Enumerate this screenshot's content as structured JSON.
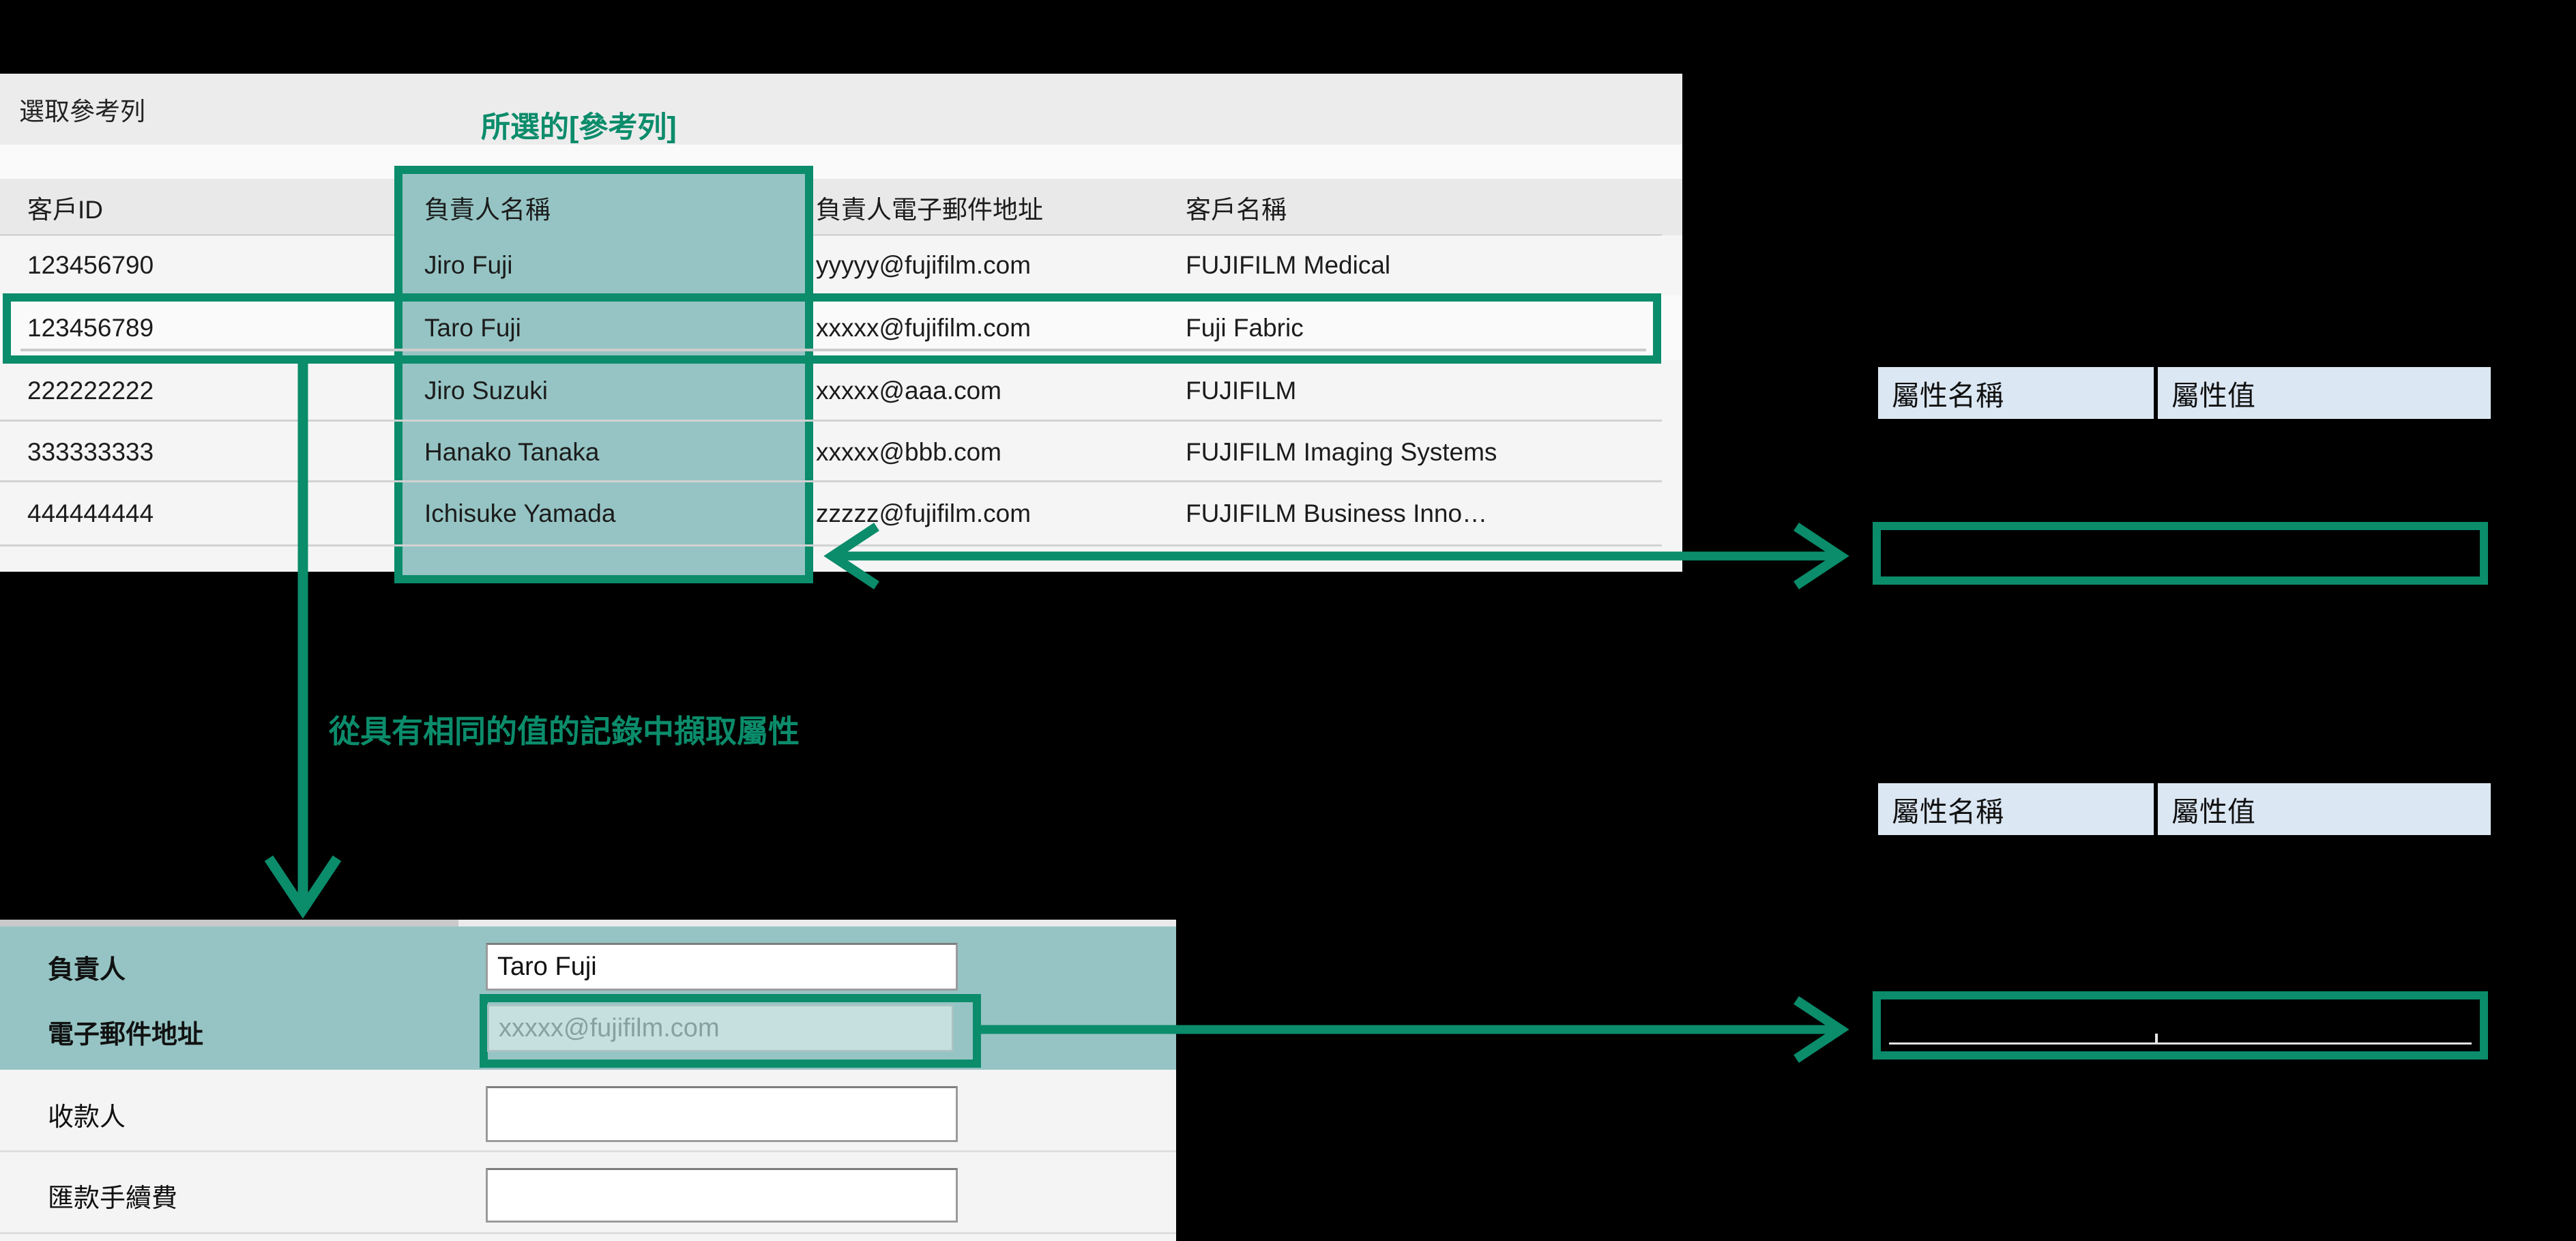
{
  "colors": {
    "annotation_green": "#0b8c6b",
    "highlight_teal": "#96c4c4",
    "attr_header_blue": "#dbe7f3",
    "panel_gray": "#ececec",
    "row_gray": "#f5f5f5"
  },
  "reference_table": {
    "title": "選取參考列",
    "selected_column_label": "所選的[參考列]",
    "extract_label": "從具有相同的值的記錄中擷取屬性",
    "columns": {
      "customer_id": "客戶ID",
      "manager_name": "負責人名稱",
      "manager_email": "負責人電子郵件地址",
      "customer_name": "客戶名稱"
    },
    "rows": [
      {
        "customer_id": "123456790",
        "manager_name": "Jiro Fuji",
        "manager_email": "yyyyy@fujifilm.com",
        "customer_name": "FUJIFILM Medical"
      },
      {
        "customer_id": "123456789",
        "manager_name": "Taro Fuji",
        "manager_email": "xxxxx@fujifilm.com",
        "customer_name": "Fuji Fabric"
      },
      {
        "customer_id": "222222222",
        "manager_name": "Jiro Suzuki",
        "manager_email": "xxxxx@aaa.com",
        "customer_name": "FUJIFILM"
      },
      {
        "customer_id": "333333333",
        "manager_name": "Hanako Tanaka",
        "manager_email": "xxxxx@bbb.com",
        "customer_name": "FUJIFILM Imaging Systems"
      },
      {
        "customer_id": "444444444",
        "manager_name": "Ichisuke Yamada",
        "manager_email": "zzzzz@fujifilm.com",
        "customer_name": "FUJIFILM Business Inno…"
      }
    ]
  },
  "attribute_table": {
    "name_header": "屬性名稱",
    "value_header": "屬性值"
  },
  "form": {
    "manager_label": "負責人",
    "manager_value": "Taro Fuji",
    "email_label": "電子郵件地址",
    "email_placeholder": "xxxxx@fujifilm.com",
    "payee_label": "收款人",
    "payee_value": "",
    "fee_label": "匯款手續費",
    "fee_value": ""
  }
}
